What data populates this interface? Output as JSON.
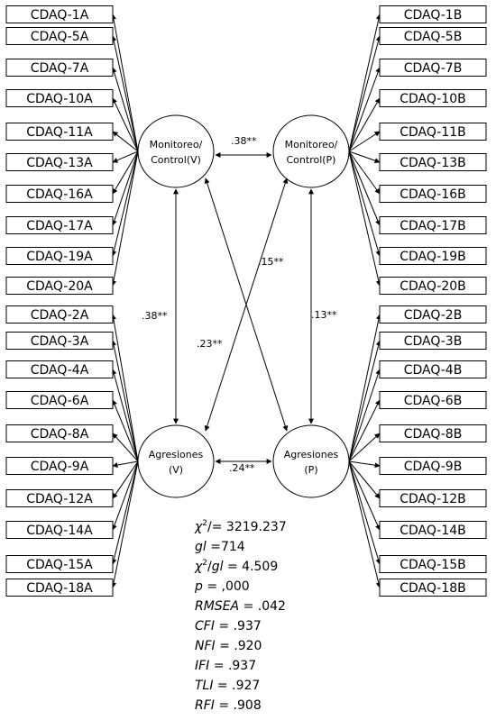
{
  "left_boxes": [
    "CDAQ-1A",
    "CDAQ-5A",
    "CDAQ-7A",
    "CDAQ-10A",
    "CDAQ-11A",
    "CDAQ-13A",
    "CDAQ-16A",
    "CDAQ-17A",
    "CDAQ-19A",
    "CDAQ-20A",
    "CDAQ-2A",
    "CDAQ-3A",
    "CDAQ-4A",
    "CDAQ-6A",
    "CDAQ-8A",
    "CDAQ-9A",
    "CDAQ-12A",
    "CDAQ-14A",
    "CDAQ-15A",
    "CDAQ-18A"
  ],
  "right_boxes": [
    "CDAQ-1B",
    "CDAQ-5B",
    "CDAQ-7B",
    "CDAQ-10B",
    "CDAQ-11B",
    "CDAQ-13B",
    "CDAQ-16B",
    "CDAQ-17B",
    "CDAQ-19B",
    "CDAQ-20B",
    "CDAQ-2B",
    "CDAQ-3B",
    "CDAQ-4B",
    "CDAQ-6B",
    "CDAQ-8B",
    "CDAQ-9B",
    "CDAQ-12B",
    "CDAQ-14B",
    "CDAQ-15B",
    "CDAQ-18B"
  ],
  "factors": {
    "mv": {
      "line1": "Monitoreo/",
      "line2": "Control(V)"
    },
    "mp": {
      "line1": "Monitoreo/",
      "line2": "Control(P)"
    },
    "av": {
      "line1": "Agresiones",
      "line2": "(V)"
    },
    "ap": {
      "line1": "Agresiones",
      "line2": "(P)"
    }
  },
  "coefficients": {
    "mv_mp": ".38**",
    "mv_av": ".38**",
    "av_ap": ".24**",
    "mp_ap": ".13**",
    "av_mp": ".15**",
    "mv_ap": ".23**"
  },
  "fit": {
    "chi2": {
      "label": "χ",
      "sup": "2",
      "value": "/= 3219.237"
    },
    "gl": {
      "label": "gl",
      "value": " =714"
    },
    "chi2_gl": {
      "label": "χ",
      "sup": "2",
      "slash": "/",
      "label2": "gl",
      "value": " = 4.509"
    },
    "p": {
      "label": "p",
      "value": " = ,000"
    },
    "rmsea": {
      "label": "RMSEA",
      "value": " = .042"
    },
    "cfi": {
      "label": "CFI",
      "value": " = .937"
    },
    "nfi": {
      "label": "NFI",
      "value": " = .920"
    },
    "ifi": {
      "label": "IFI",
      "value": " = .937"
    },
    "tli": {
      "label": "TLI",
      "value": " = .927"
    },
    "rfi": {
      "label": "RFI",
      "value": " = .908"
    }
  }
}
